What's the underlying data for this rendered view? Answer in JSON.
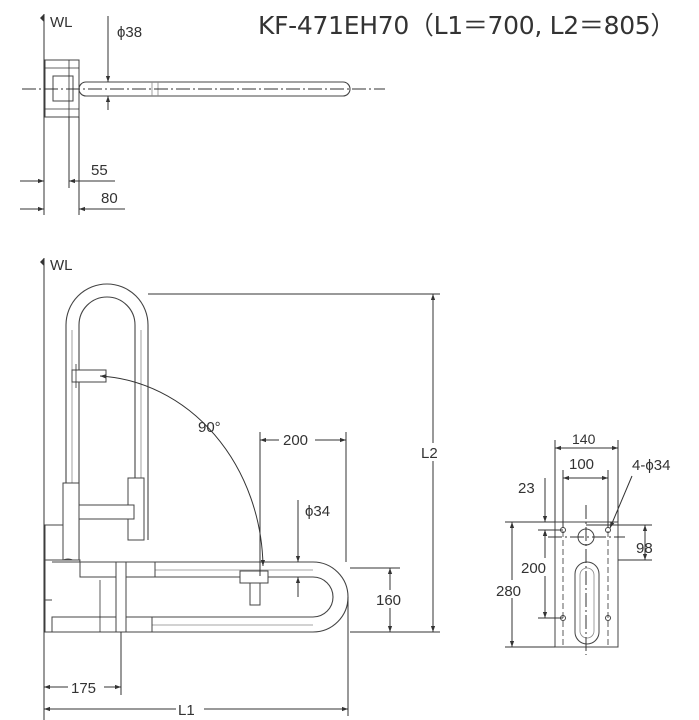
{
  "title": "KF-471EH70（L1＝700, L2＝805）",
  "top_view": {
    "wl": "WL",
    "diameter": "ϕ38",
    "dim_55": "55",
    "dim_80": "80"
  },
  "side_view": {
    "wl": "WL",
    "angle": "90°",
    "dim_200": "200",
    "diameter": "ϕ34",
    "dim_160": "160",
    "dim_l2": "L2",
    "dim_175": "175",
    "dim_l1": "L1"
  },
  "base_view": {
    "dim_140": "140",
    "dim_100": "100",
    "holes": "4-ϕ34",
    "dim_23": "23",
    "dim_98": "98",
    "dim_200": "200",
    "dim_280": "280"
  }
}
